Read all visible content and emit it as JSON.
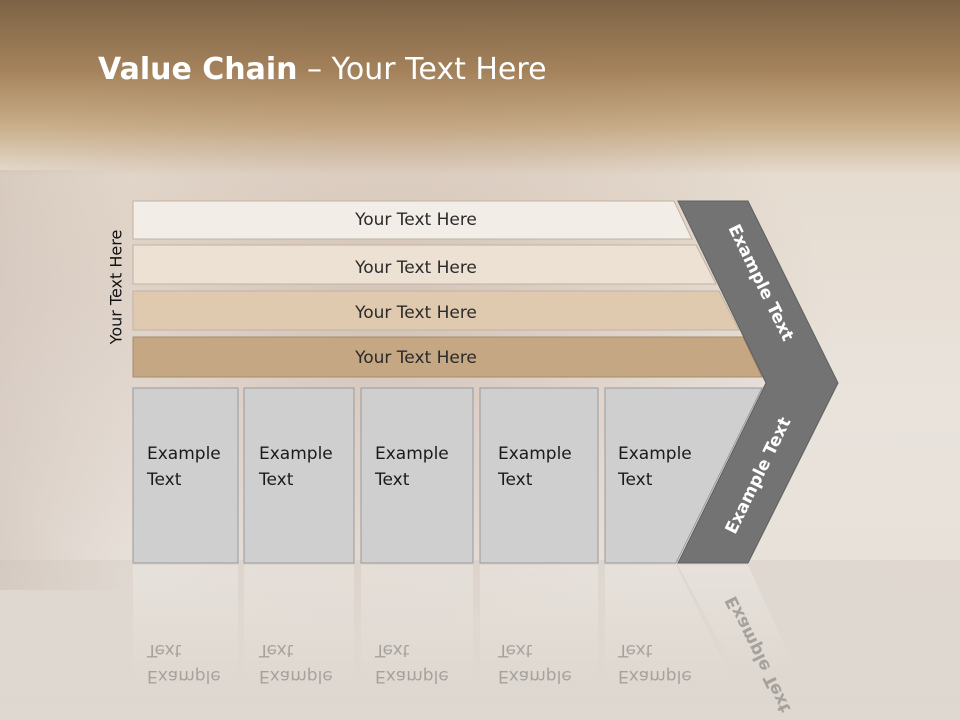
{
  "slide": {
    "title_bold": "Value Chain",
    "title_rest": " – Your Text Here",
    "vertical_label": "Your Text Here"
  },
  "bars": [
    {
      "label": "Your Text Here",
      "color": "#f3ede7"
    },
    {
      "label": "Your Text Here",
      "color": "#ece1d3"
    },
    {
      "label": "Your Text Here",
      "color": "#dfcab0"
    },
    {
      "label": "Your Text Here",
      "color": "#c5a784"
    }
  ],
  "boxes": [
    {
      "line1": "Example",
      "line2": "Text"
    },
    {
      "line1": "Example",
      "line2": "Text"
    },
    {
      "line1": "Example",
      "line2": "Text"
    },
    {
      "line1": "Example",
      "line2": "Text"
    },
    {
      "line1": "Example",
      "line2": "Text"
    }
  ],
  "arrow": {
    "upper_label": "Example Text",
    "lower_label": "Example Text",
    "color": "#737373"
  },
  "colors": {
    "box_fill": "#cfcfcf",
    "title_band": "#8c6d4a"
  }
}
